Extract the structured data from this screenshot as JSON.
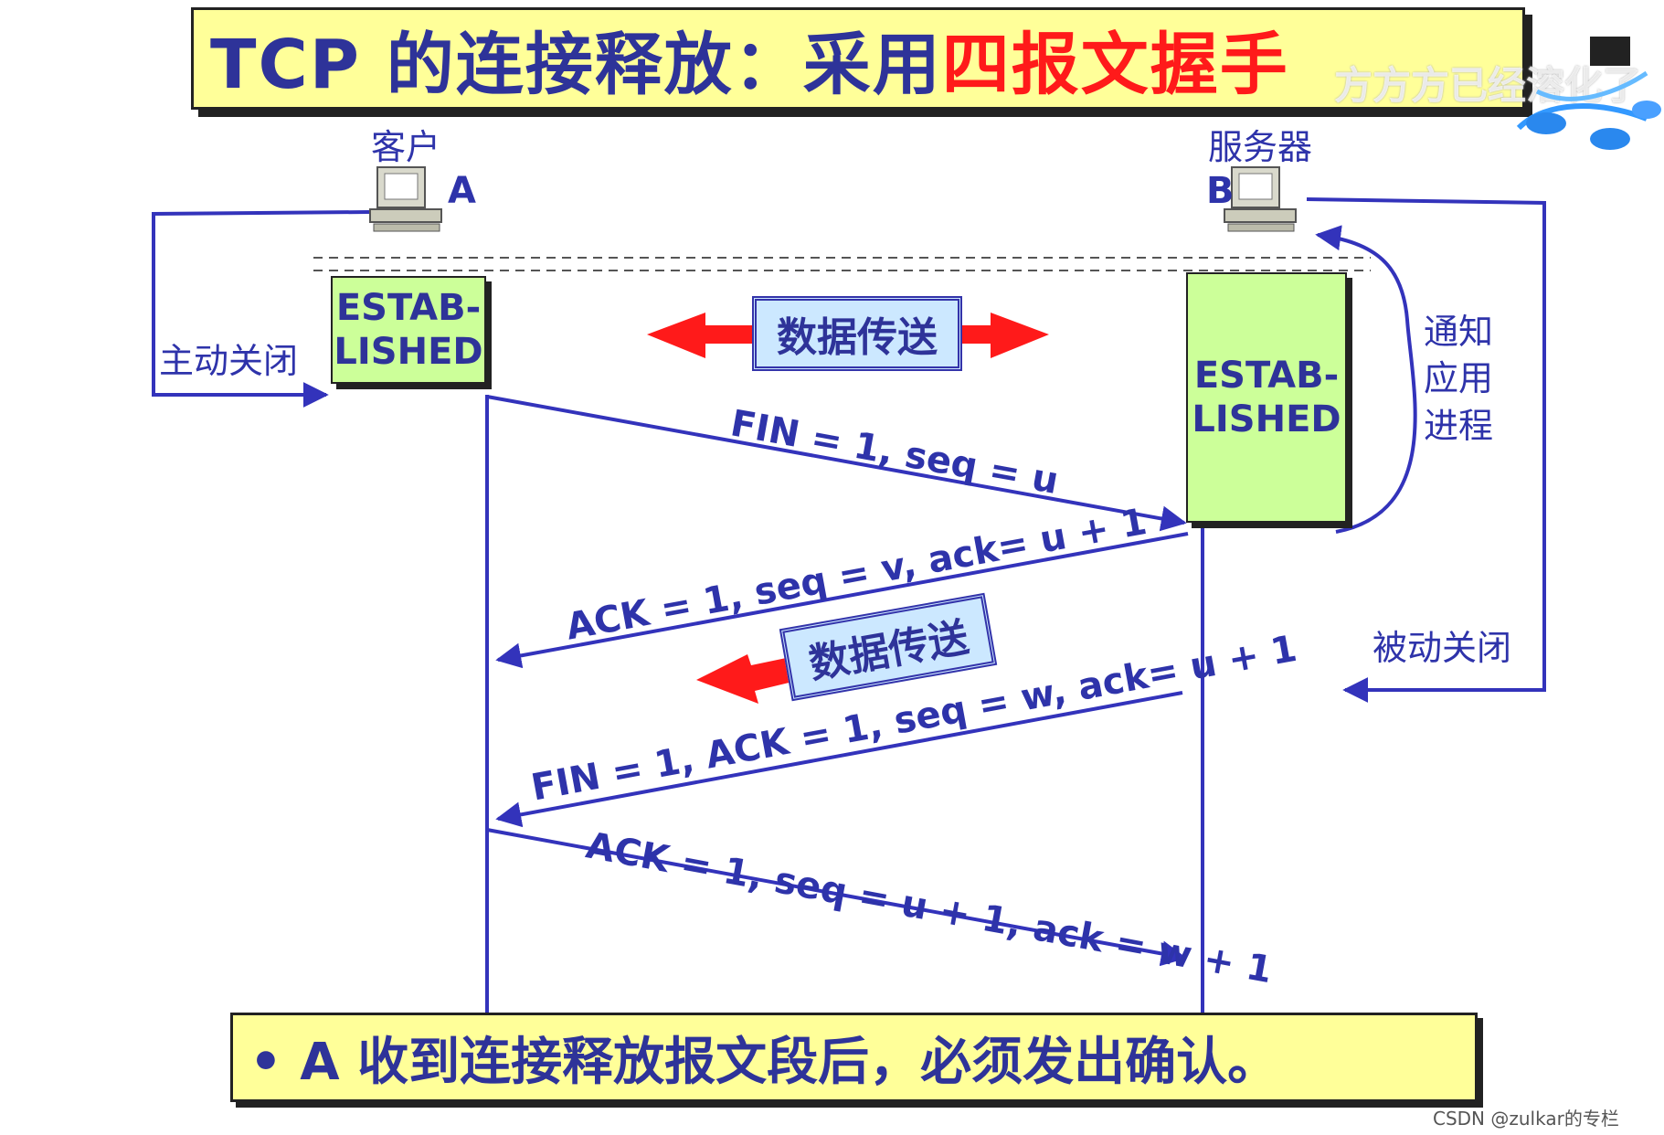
{
  "title": {
    "main": "TCP 的连接释放：采用",
    "highlight": "四报文握手"
  },
  "watermark": "方方方已经溶化了",
  "client": {
    "name": "客户",
    "letter": "A",
    "state_line1": "ESTAB-",
    "state_line2": "LISHED",
    "close_label": "主动关闭"
  },
  "server": {
    "name": "服务器",
    "letter": "B",
    "state_line1": "ESTAB-",
    "state_line2": "LISHED",
    "notify_label": "通知\n应用\n进程",
    "close_label": "被动关闭"
  },
  "data_transfer_1": "数据传送",
  "data_transfer_2": "数据传送",
  "messages": [
    {
      "text": "FIN = 1, seq = u"
    },
    {
      "text": "ACK = 1, seq = v, ack= u + 1"
    },
    {
      "text": "FIN = 1, ACK = 1, seq = w, ack= u + 1"
    },
    {
      "text": "ACK = 1, seq = u + 1, ack = w + 1"
    }
  ],
  "footer": "•  A 收到连接释放报文段后，必须发出确认。",
  "credit": "CSDN @zulkar的专栏",
  "colors": {
    "line": "#3333bb",
    "arrow_red": "#ff1a1a",
    "estab_fill": "#ccff99",
    "banner_fill": "#ffff99",
    "data_fill": "#cce8ff"
  }
}
